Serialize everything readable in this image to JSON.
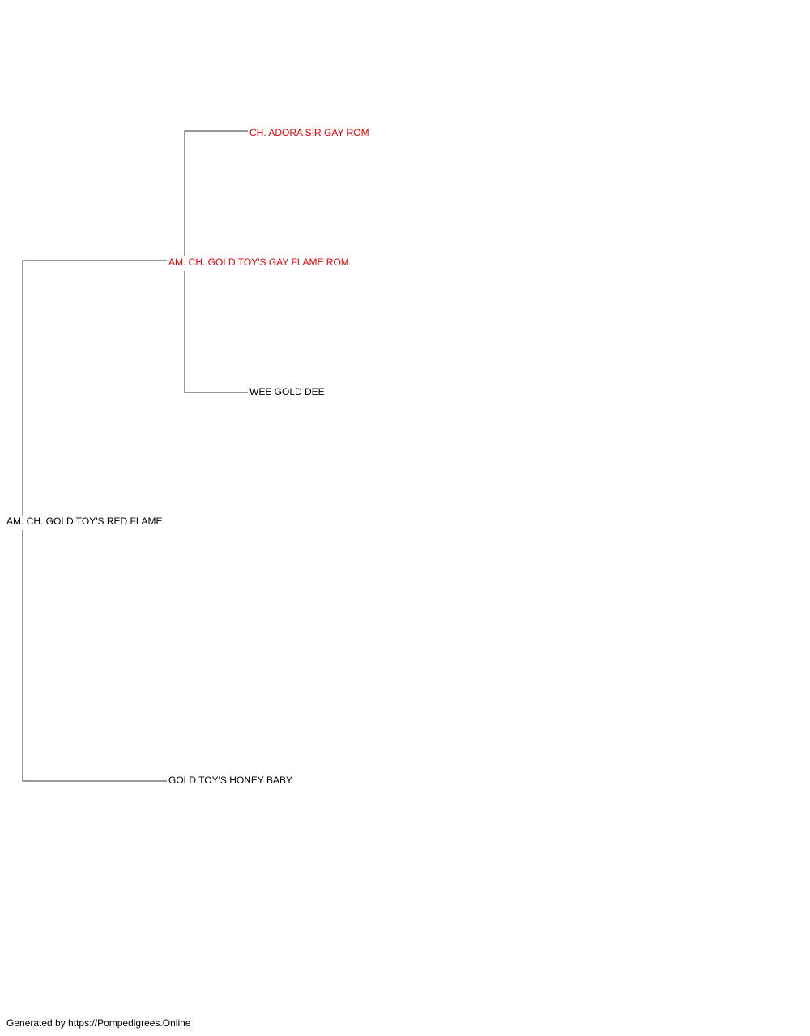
{
  "colors": {
    "line": "#333333",
    "highlight": "#e60000",
    "normal": "#000000"
  },
  "pedigree": {
    "subject": {
      "name": "AM. CH. GOLD TOY'S RED FLAME",
      "highlight": false
    },
    "sire": {
      "name": "AM. CH. GOLD TOY'S GAY FLAME ROM",
      "highlight": true
    },
    "dam": {
      "name": "GOLD TOY'S HONEY BABY",
      "highlight": false
    },
    "sire_sire": {
      "name": "CH. ADORA SIR GAY ROM",
      "highlight": true
    },
    "sire_dam": {
      "name": "WEE GOLD DEE",
      "highlight": false
    }
  },
  "footer": "Generated by https://Pompedigrees.Online"
}
